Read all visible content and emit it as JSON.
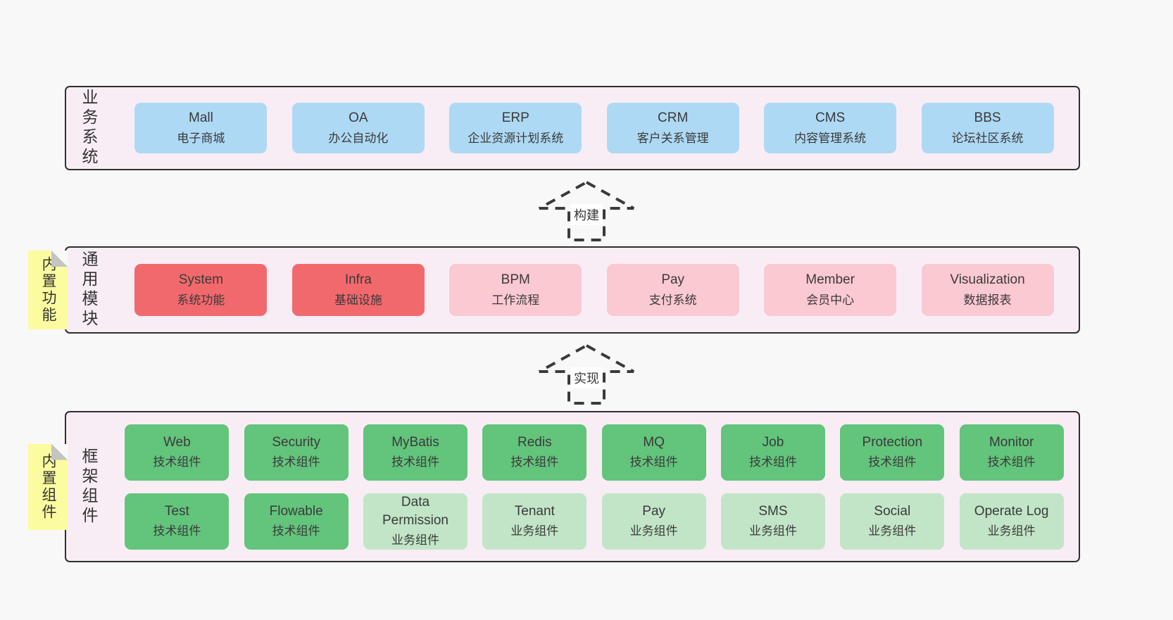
{
  "palette": {
    "page_bg": "#f8f8f8",
    "band_bg": "#f8edf5",
    "border": "#2f2f2f",
    "blue": "#aed9f5",
    "red": "#f2696d",
    "pink": "#fbc9d2",
    "green": "#63c47c",
    "light_green": "#c2e5c7",
    "note_yellow": "#fbfba0",
    "fold_gray": "#c4c4c4",
    "text": "#3a3a3a"
  },
  "arrows": [
    {
      "label": "构建"
    },
    {
      "label": "实现"
    }
  ],
  "bands": [
    {
      "label": "业务系统",
      "boxes": [
        {
          "title": "Mall",
          "subtitle": "电子商城"
        },
        {
          "title": "OA",
          "subtitle": "办公自动化"
        },
        {
          "title": "ERP",
          "subtitle": "企业资源计划系统"
        },
        {
          "title": "CRM",
          "subtitle": "客户关系管理"
        },
        {
          "title": "CMS",
          "subtitle": "内容管理系统"
        },
        {
          "title": "BBS",
          "subtitle": "论坛社区系统"
        }
      ]
    },
    {
      "label": "通用模块",
      "note": "内置功能",
      "boxes": [
        {
          "title": "System",
          "subtitle": "系统功能"
        },
        {
          "title": "Infra",
          "subtitle": "基础设施"
        },
        {
          "title": "BPM",
          "subtitle": "工作流程"
        },
        {
          "title": "Pay",
          "subtitle": "支付系统"
        },
        {
          "title": "Member",
          "subtitle": "会员中心"
        },
        {
          "title": "Visualization",
          "subtitle": "数据报表"
        }
      ]
    },
    {
      "label": "框架组件",
      "note": "内置组件",
      "rows": [
        [
          {
            "title": "Web",
            "subtitle": "技术组件"
          },
          {
            "title": "Security",
            "subtitle": "技术组件"
          },
          {
            "title": "MyBatis",
            "subtitle": "技术组件"
          },
          {
            "title": "Redis",
            "subtitle": "技术组件"
          },
          {
            "title": "MQ",
            "subtitle": "技术组件"
          },
          {
            "title": "Job",
            "subtitle": "技术组件"
          },
          {
            "title": "Protection",
            "subtitle": "技术组件"
          },
          {
            "title": "Monitor",
            "subtitle": "技术组件"
          }
        ],
        [
          {
            "title": "Test",
            "subtitle": "技术组件"
          },
          {
            "title": "Flowable",
            "subtitle": "技术组件"
          },
          {
            "title": "Data Permission",
            "subtitle": "业务组件"
          },
          {
            "title": "Tenant",
            "subtitle": "业务组件"
          },
          {
            "title": "Pay",
            "subtitle": "业务组件"
          },
          {
            "title": "SMS",
            "subtitle": "业务组件"
          },
          {
            "title": "Social",
            "subtitle": "业务组件"
          },
          {
            "title": "Operate Log",
            "subtitle": "业务组件"
          }
        ]
      ]
    }
  ]
}
